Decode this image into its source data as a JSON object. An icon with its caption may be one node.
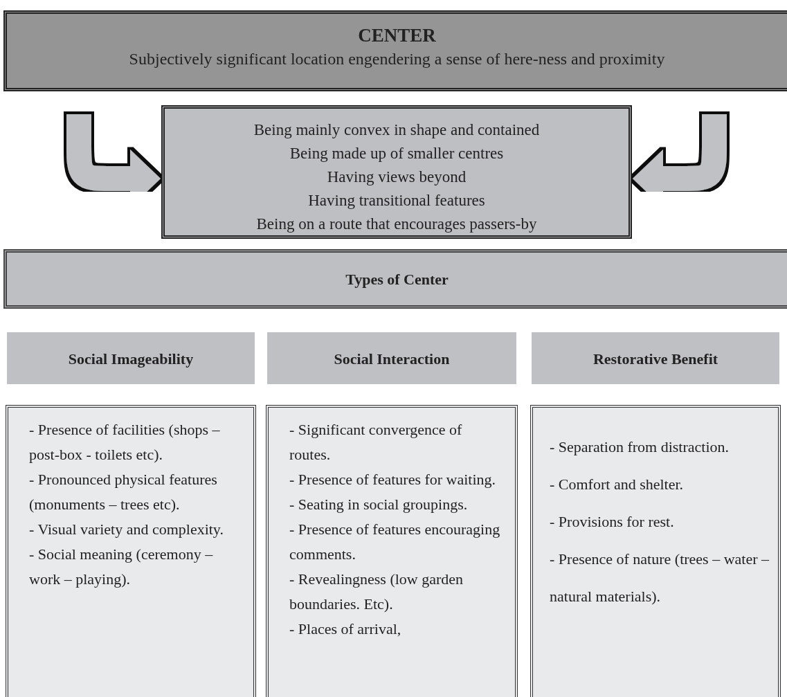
{
  "diagram": {
    "nodes": [
      {
        "text": [
          "CENTER",
          "Subjectively significant location engendering a sense of here-ness and proximity"
        ]
      },
      {
        "text": [
          "Being mainly convex in shape and contained",
          "Being made up of smaller centres",
          "Having views beyond",
          "Having transitional features",
          "Being on a route that encourages passers-by"
        ]
      },
      {
        "text": [
          "Types of Center"
        ]
      },
      {
        "text": [
          "Social Imageability"
        ]
      },
      {
        "text": [
          "- Presence of facilities (shops – post-box - toilets etc).",
          "- Pronounced physical features (monuments – trees etc).",
          "- Visual variety and complexity.",
          "- Social meaning (ceremony – work – playing)."
        ]
      },
      {
        "text": [
          "Social Interaction"
        ]
      },
      {
        "text": [
          "- Significant convergence of routes.",
          "- Presence of features for waiting.",
          "- Seating in social groupings.",
          "- Presence of features encouraging comments.",
          "- Revealingness (low garden boundaries. Etc).",
          "- Places of arrival,"
        ]
      },
      {
        "text": [
          "Restorative Benefit"
        ]
      },
      {
        "text": [
          "- Separation from distraction.",
          "- Comfort and shelter.",
          "- Provisions for rest.",
          "- Presence of nature (trees – water – natural materials)."
        ]
      }
    ],
    "edges": [
      {
        "from": null,
        "to": 1,
        "arrow": "to"
      },
      {
        "from": null,
        "to": 1,
        "arrow": "to"
      }
    ]
  }
}
